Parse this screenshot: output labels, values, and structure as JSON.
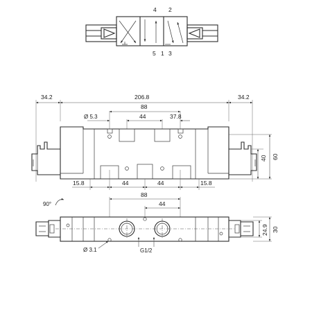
{
  "symbol": {
    "port_top_left": "4",
    "port_top_right": "2",
    "port_bottom_1": "5",
    "port_bottom_2": "1",
    "port_bottom_3": "3"
  },
  "front_view": {
    "overall_width": "206.8",
    "left_coil": "34.2",
    "right_coil": "34.2",
    "hole_diameter": "Ø 5.3",
    "port_spacing_total": "88",
    "port_spacing_half": "44",
    "port_offset": "37.8",
    "height_inner": "40",
    "height_total": "60",
    "bottom_left_offset": "15.8",
    "bottom_spacing_1": "44",
    "bottom_spacing_2": "44",
    "bottom_right_offset": "15.8"
  },
  "bottom_view": {
    "hole_spacing_total": "88",
    "hole_spacing_half": "44",
    "rotation": "90°",
    "mount_hole": "Ø 3.1",
    "thread": "G1/2",
    "height_inner": "24.9",
    "height_total": "30"
  }
}
